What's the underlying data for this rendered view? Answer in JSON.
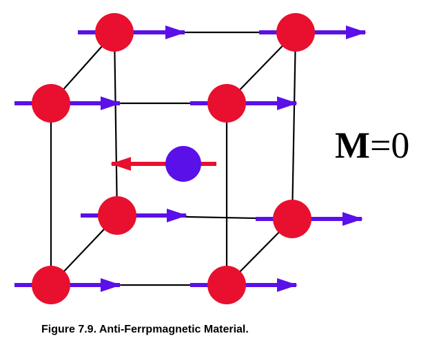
{
  "label": {
    "symbol": "M",
    "equals_value": "=0"
  },
  "caption": "Figure 7.9. Anti-Ferrpmagnetic Material.",
  "colors": {
    "edge": "#000000",
    "corner_atom": "#e8102e",
    "corner_spin_arrow": "#5a10e8",
    "center_atom": "#5a10e8",
    "center_spin_arrow": "#e8102e"
  },
  "spins": {
    "corner_atoms": "right",
    "center_atom": "left"
  }
}
